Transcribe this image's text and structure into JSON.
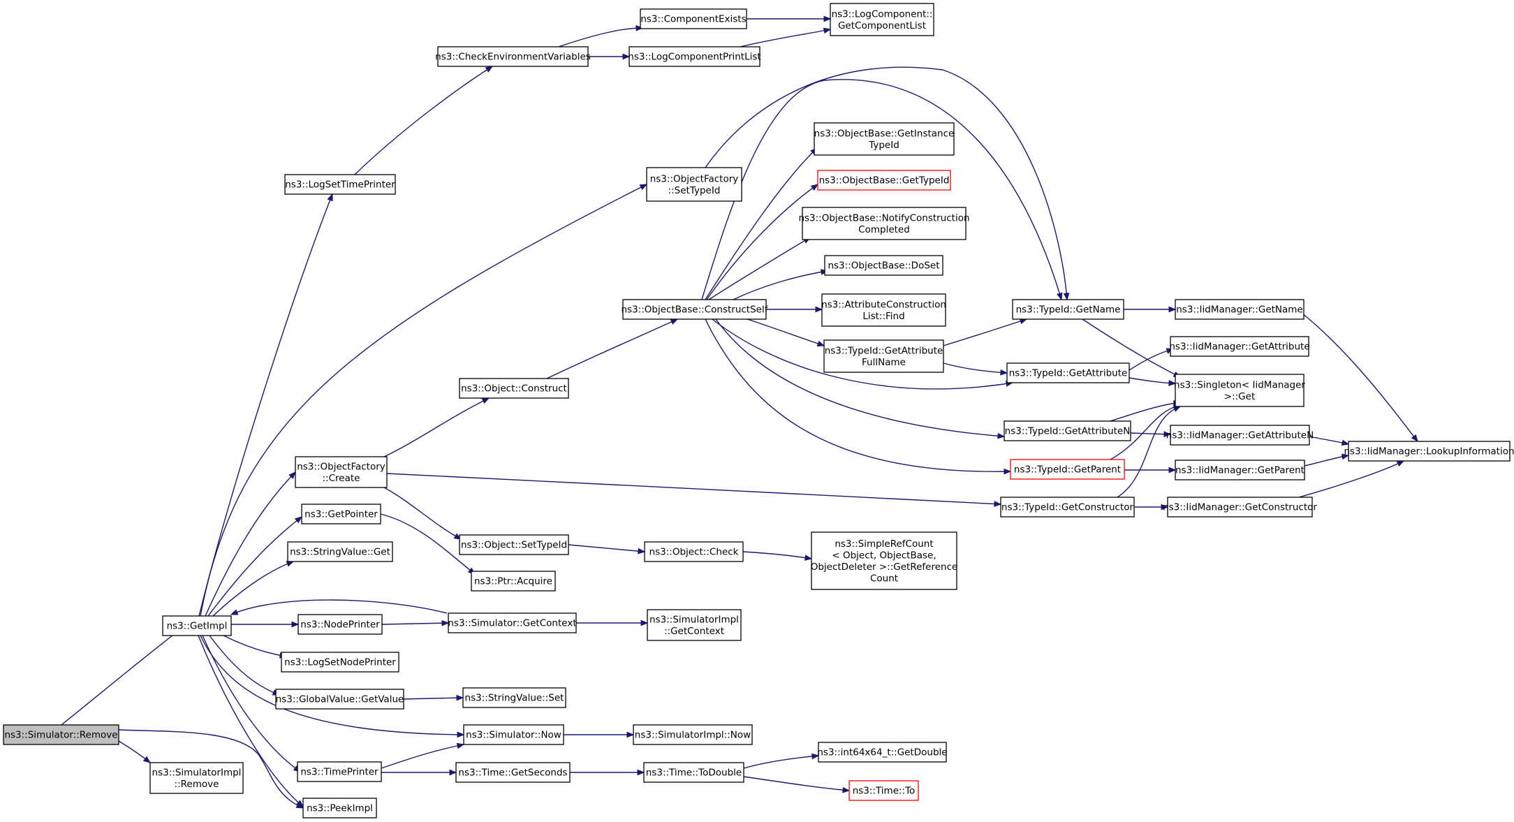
{
  "nodes": [
    {
      "id": "root",
      "lines": [
        "ns3::Simulator::Remove"
      ],
      "style": "root"
    },
    {
      "id": "getimpl",
      "lines": [
        "ns3::GetImpl"
      ]
    },
    {
      "id": "simimplremove",
      "lines": [
        "ns3::SimulatorImpl",
        "::Remove"
      ]
    },
    {
      "id": "peekimpl",
      "lines": [
        "ns3::PeekImpl"
      ]
    },
    {
      "id": "logsettimeprinter",
      "lines": [
        "ns3::LogSetTimePrinter"
      ]
    },
    {
      "id": "objfactorysettypeid",
      "lines": [
        "ns3::ObjectFactory",
        "::SetTypeId"
      ]
    },
    {
      "id": "objfactorycreate",
      "lines": [
        "ns3::ObjectFactory",
        "::Create"
      ]
    },
    {
      "id": "getpointer",
      "lines": [
        "ns3::GetPointer"
      ]
    },
    {
      "id": "stringvalueget",
      "lines": [
        "ns3::StringValue::Get"
      ]
    },
    {
      "id": "nodeprinter",
      "lines": [
        "ns3::NodePrinter"
      ]
    },
    {
      "id": "logsetnodeprinter",
      "lines": [
        "ns3::LogSetNodePrinter"
      ]
    },
    {
      "id": "globalvaluegetvalue",
      "lines": [
        "ns3::GlobalValue::GetValue"
      ]
    },
    {
      "id": "timeprinter",
      "lines": [
        "ns3::TimePrinter"
      ]
    },
    {
      "id": "checkenv",
      "lines": [
        "ns3::CheckEnvironmentVariables"
      ]
    },
    {
      "id": "componentexists",
      "lines": [
        "ns3::ComponentExists"
      ]
    },
    {
      "id": "logcomponentprintlist",
      "lines": [
        "ns3::LogComponentPrintList"
      ]
    },
    {
      "id": "getcomponentlist",
      "lines": [
        "ns3::LogComponent::",
        "GetComponentList"
      ]
    },
    {
      "id": "objectconstruct",
      "lines": [
        "ns3::Object::Construct"
      ]
    },
    {
      "id": "constructself",
      "lines": [
        "ns3::ObjectBase::ConstructSelf"
      ]
    },
    {
      "id": "objectsettypeid",
      "lines": [
        "ns3::Object::SetTypeId"
      ]
    },
    {
      "id": "ptracquire",
      "lines": [
        "ns3::Ptr::Acquire"
      ]
    },
    {
      "id": "objectcheck",
      "lines": [
        "ns3::Object::Check"
      ]
    },
    {
      "id": "getreferencecount",
      "lines": [
        "ns3::SimpleRefCount",
        "< Object, ObjectBase,",
        "ObjectDeleter >::GetReference",
        "Count"
      ]
    },
    {
      "id": "simgetcontext",
      "lines": [
        "ns3::Simulator::GetContext"
      ]
    },
    {
      "id": "simimplgetcontext",
      "lines": [
        "ns3::SimulatorImpl",
        "::GetContext"
      ]
    },
    {
      "id": "stringvalueset",
      "lines": [
        "ns3::StringValue::Set"
      ]
    },
    {
      "id": "simnow",
      "lines": [
        "ns3::Simulator::Now"
      ]
    },
    {
      "id": "simimplnow",
      "lines": [
        "ns3::SimulatorImpl::Now"
      ]
    },
    {
      "id": "timegetseconds",
      "lines": [
        "ns3::Time::GetSeconds"
      ]
    },
    {
      "id": "timetodouble",
      "lines": [
        "ns3::Time::ToDouble"
      ]
    },
    {
      "id": "int64getdouble",
      "lines": [
        "ns3::int64x64_t::GetDouble"
      ]
    },
    {
      "id": "timeto",
      "lines": [
        "ns3::Time::To"
      ],
      "style": "red"
    },
    {
      "id": "getinstancetypeid",
      "lines": [
        "ns3::ObjectBase::GetInstance",
        "TypeId"
      ]
    },
    {
      "id": "objectbasegettypeid",
      "lines": [
        "ns3::ObjectBase::GetTypeId"
      ],
      "style": "red"
    },
    {
      "id": "notifyconstruction",
      "lines": [
        "ns3::ObjectBase::NotifyConstruction",
        "Completed"
      ]
    },
    {
      "id": "doset",
      "lines": [
        "ns3::ObjectBase::DoSet"
      ]
    },
    {
      "id": "attrconstructionfind",
      "lines": [
        "ns3::AttributeConstruction",
        "List::Find"
      ]
    },
    {
      "id": "getattributefullname",
      "lines": [
        "ns3::TypeId::GetAttribute",
        "FullName"
      ]
    },
    {
      "id": "typeidgetname",
      "lines": [
        "ns3::TypeId::GetName"
      ]
    },
    {
      "id": "typeidgetattribute",
      "lines": [
        "ns3::TypeId::GetAttribute"
      ]
    },
    {
      "id": "typeidgetattributen",
      "lines": [
        "ns3::TypeId::GetAttributeN"
      ]
    },
    {
      "id": "typeidgetparent",
      "lines": [
        "ns3::TypeId::GetParent"
      ],
      "style": "red"
    },
    {
      "id": "typeidgetconstructor",
      "lines": [
        "ns3::TypeId::GetConstructor"
      ]
    },
    {
      "id": "iidgetname",
      "lines": [
        "ns3::IidManager::GetName"
      ]
    },
    {
      "id": "iidgetattribute",
      "lines": [
        "ns3::IidManager::GetAttribute"
      ]
    },
    {
      "id": "singletonget",
      "lines": [
        "ns3::Singleton< IidManager",
        ">::Get"
      ]
    },
    {
      "id": "iidgetattributen",
      "lines": [
        "ns3::IidManager::GetAttributeN"
      ]
    },
    {
      "id": "iidgetparent",
      "lines": [
        "ns3::IidManager::GetParent"
      ]
    },
    {
      "id": "iidgetconstructor",
      "lines": [
        "ns3::IidManager::GetConstructor"
      ]
    },
    {
      "id": "iidlookup",
      "lines": [
        "ns3::IidManager::LookupInformation"
      ]
    }
  ],
  "edges": [
    {
      "from": "root",
      "to": "getimpl"
    },
    {
      "from": "root",
      "to": "simimplremove"
    },
    {
      "from": "root",
      "to": "peekimpl"
    },
    {
      "from": "getimpl",
      "to": "logsettimeprinter"
    },
    {
      "from": "getimpl",
      "to": "objfactorysettypeid"
    },
    {
      "from": "getimpl",
      "to": "objfactorycreate"
    },
    {
      "from": "getimpl",
      "to": "getpointer"
    },
    {
      "from": "getimpl",
      "to": "stringvalueget"
    },
    {
      "from": "getimpl",
      "to": "nodeprinter"
    },
    {
      "from": "getimpl",
      "to": "logsetnodeprinter"
    },
    {
      "from": "getimpl",
      "to": "globalvaluegetvalue"
    },
    {
      "from": "getimpl",
      "to": "simnow"
    },
    {
      "from": "getimpl",
      "to": "timeprinter"
    },
    {
      "from": "getimpl",
      "to": "peekimpl"
    },
    {
      "from": "logsettimeprinter",
      "to": "checkenv"
    },
    {
      "from": "checkenv",
      "to": "componentexists"
    },
    {
      "from": "checkenv",
      "to": "logcomponentprintlist"
    },
    {
      "from": "componentexists",
      "to": "getcomponentlist"
    },
    {
      "from": "logcomponentprintlist",
      "to": "getcomponentlist"
    },
    {
      "from": "objfactorysettypeid",
      "to": "typeidgetname"
    },
    {
      "from": "objfactorycreate",
      "to": "objectconstruct"
    },
    {
      "from": "objfactorycreate",
      "to": "objectsettypeid"
    },
    {
      "from": "objfactorycreate",
      "to": "typeidgetconstructor"
    },
    {
      "from": "getpointer",
      "to": "ptracquire"
    },
    {
      "from": "objectconstruct",
      "to": "constructself"
    },
    {
      "from": "constructself",
      "to": "getinstancetypeid"
    },
    {
      "from": "constructself",
      "to": "objectbasegettypeid"
    },
    {
      "from": "constructself",
      "to": "notifyconstruction"
    },
    {
      "from": "constructself",
      "to": "doset"
    },
    {
      "from": "constructself",
      "to": "attrconstructionfind"
    },
    {
      "from": "constructself",
      "to": "getattributefullname"
    },
    {
      "from": "constructself",
      "to": "typeidgetname"
    },
    {
      "from": "constructself",
      "to": "typeidgetattribute"
    },
    {
      "from": "constructself",
      "to": "typeidgetattributen"
    },
    {
      "from": "constructself",
      "to": "typeidgetparent"
    },
    {
      "from": "objectsettypeid",
      "to": "objectcheck"
    },
    {
      "from": "objectcheck",
      "to": "getreferencecount"
    },
    {
      "from": "nodeprinter",
      "to": "simgetcontext"
    },
    {
      "from": "simgetcontext",
      "to": "simimplgetcontext"
    },
    {
      "from": "simgetcontext",
      "to": "getimpl"
    },
    {
      "from": "globalvaluegetvalue",
      "to": "stringvalueset"
    },
    {
      "from": "simnow",
      "to": "simimplnow"
    },
    {
      "from": "timeprinter",
      "to": "simnow"
    },
    {
      "from": "timeprinter",
      "to": "timegetseconds"
    },
    {
      "from": "timegetseconds",
      "to": "timetodouble"
    },
    {
      "from": "timetodouble",
      "to": "int64getdouble"
    },
    {
      "from": "timetodouble",
      "to": "timeto"
    },
    {
      "from": "getattributefullname",
      "to": "typeidgetname"
    },
    {
      "from": "getattributefullname",
      "to": "typeidgetattribute"
    },
    {
      "from": "typeidgetname",
      "to": "iidgetname"
    },
    {
      "from": "typeidgetname",
      "to": "singletonget"
    },
    {
      "from": "typeidgetattribute",
      "to": "iidgetattribute"
    },
    {
      "from": "typeidgetattribute",
      "to": "singletonget"
    },
    {
      "from": "typeidgetattributen",
      "to": "singletonget"
    },
    {
      "from": "typeidgetattributen",
      "to": "iidgetattributen"
    },
    {
      "from": "typeidgetparent",
      "to": "singletonget"
    },
    {
      "from": "typeidgetparent",
      "to": "iidgetparent"
    },
    {
      "from": "typeidgetconstructor",
      "to": "singletonget"
    },
    {
      "from": "typeidgetconstructor",
      "to": "iidgetconstructor"
    },
    {
      "from": "iidgetname",
      "to": "iidlookup"
    },
    {
      "from": "iidgetattributen",
      "to": "iidlookup"
    },
    {
      "from": "iidgetparent",
      "to": "iidlookup"
    },
    {
      "from": "iidgetconstructor",
      "to": "iidlookup"
    }
  ]
}
